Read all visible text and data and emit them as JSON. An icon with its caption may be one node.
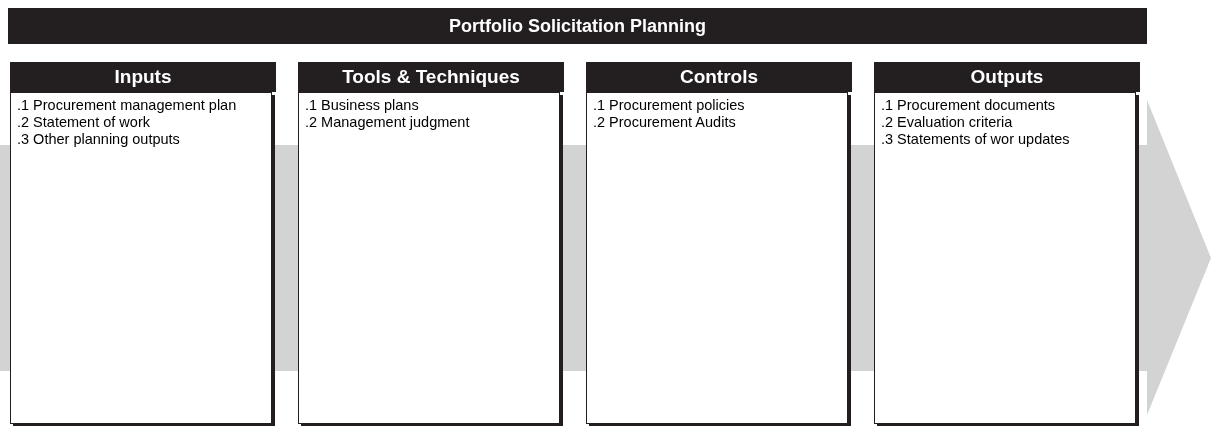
{
  "diagram": {
    "nodes": [
      {
        "text": [
          "Portfolio Solicitation Planning"
        ]
      },
      {
        "text": [
          "Inputs",
          ".1 Procurement management plan",
          ".2 Statement of work",
          ".3 Other planning outputs"
        ]
      },
      {
        "text": [
          "Tools & Techniques",
          ".1 Business plans",
          ".2 Management judgment"
        ]
      },
      {
        "text": [
          "Controls",
          ".1 Procurement policies",
          ".2 Procurement Audits"
        ]
      },
      {
        "text": [
          "Outputs",
          ".1 Procurement documents",
          ".2 Evaluation criteria",
          ".3 Statements of wor updates"
        ]
      }
    ]
  }
}
